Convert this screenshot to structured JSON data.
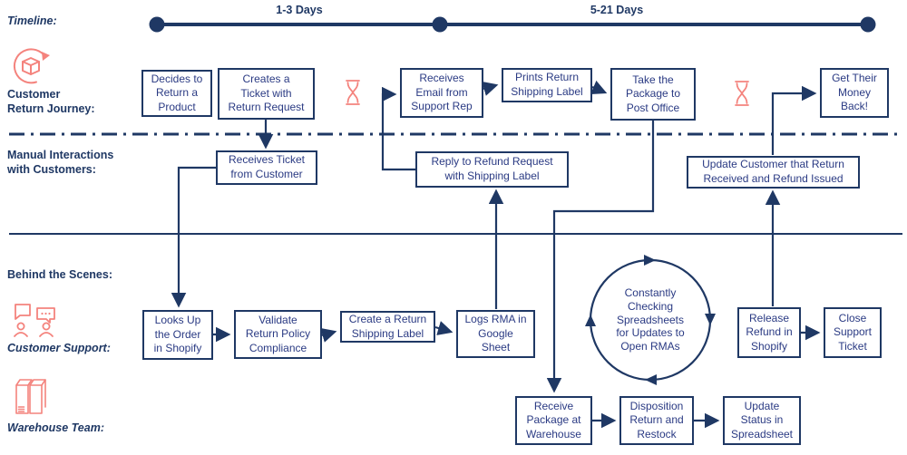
{
  "diagram": {
    "type": "service-blueprint-flow",
    "timeline": {
      "label": "Timeline:",
      "segment1": "1-3 Days",
      "segment2": "5-21 Days"
    },
    "lanes": {
      "customer_return_journey": "Customer\nReturn Journey:",
      "manual_interactions": "Manual Interactions\nwith Customers:",
      "behind_the_scenes": "Behind the Scenes:",
      "customer_support": "Customer Support:",
      "warehouse_team": "Warehouse Team:"
    },
    "nodes": {
      "decides": "Decides to\nReturn a\nProduct",
      "creates_ticket": "Creates a\nTicket with\nReturn Request",
      "receives_email": "Receives\nEmail from\nSupport Rep",
      "prints_label": "Prints Return\nShipping Label",
      "take_package": "Take the\nPackage to\nPost Office",
      "get_money": "Get Their\nMoney\nBack!",
      "receives_ticket": "Receives Ticket\nfrom Customer",
      "reply_refund": "Reply to Refund Request\nwith Shipping Label",
      "update_customer": "Update Customer that Return\nReceived and Refund Issued",
      "looks_up": "Looks Up\nthe Order\nin Shopify",
      "validate": "Validate\nReturn Policy\nCompliance",
      "create_label": "Create a Return\nShipping Label",
      "logs_rma": "Logs RMA in\nGoogle\nSheet",
      "release_refund": "Release\nRefund in\nShopify",
      "close_ticket": "Close\nSupport\nTicket",
      "receive_package": "Receive\nPackage at\nWarehouse",
      "disposition": "Disposition\nReturn and\nRestock",
      "update_status": "Update\nStatus in\nSpreadsheet"
    },
    "cycle_label": "Constantly\nChecking\nSpreadsheets\nfor Updates to\nOpen RMAs",
    "icons": [
      "package-return-icon",
      "hourglass-icon",
      "hourglass-icon",
      "support-chat-icon",
      "warehouse-boxes-icon"
    ],
    "colors": {
      "navy": "#1f3864",
      "box_text": "#2a3a83",
      "salmon": "#f4837d",
      "background": "#ffffff"
    }
  }
}
